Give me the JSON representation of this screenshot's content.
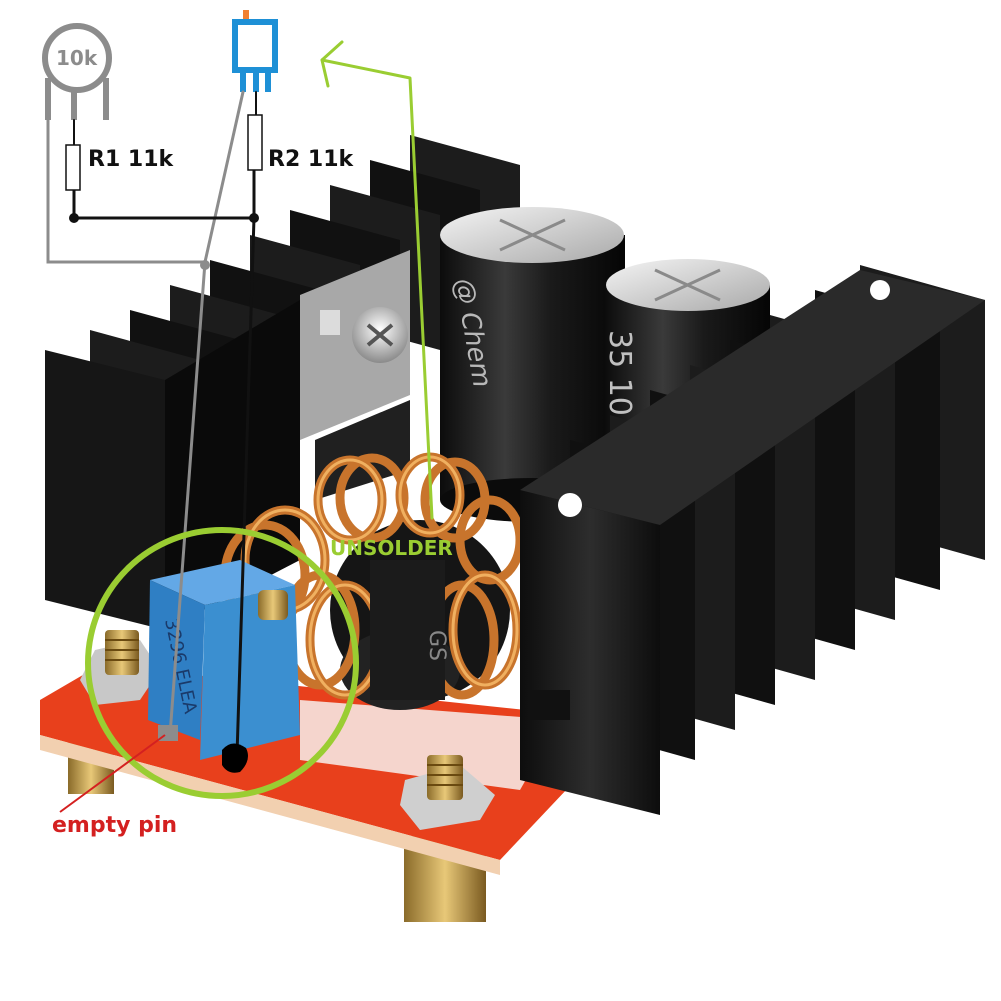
{
  "labels": {
    "pot": "10k",
    "r1": "R1 11k",
    "r2": "R2 11k",
    "unsolder": "UNSOLDER",
    "empty_pin": "empty pin"
  },
  "colors": {
    "annotation_green": "#9acd32",
    "empty_pin_red": "#d42020",
    "thermistor_blue": "#1e90d6",
    "thermistor_tip": "#f08030",
    "trimmer_blue": "#3b8fd0",
    "heatsink": "#1a1a1a",
    "pcb_red": "#e8401c",
    "copper": "#c8742c"
  },
  "icons": {
    "potentiometer": "potentiometer-symbol-icon",
    "thermistor": "thermistor-symbol-icon",
    "resistor": "resistor-symbol-icon"
  }
}
